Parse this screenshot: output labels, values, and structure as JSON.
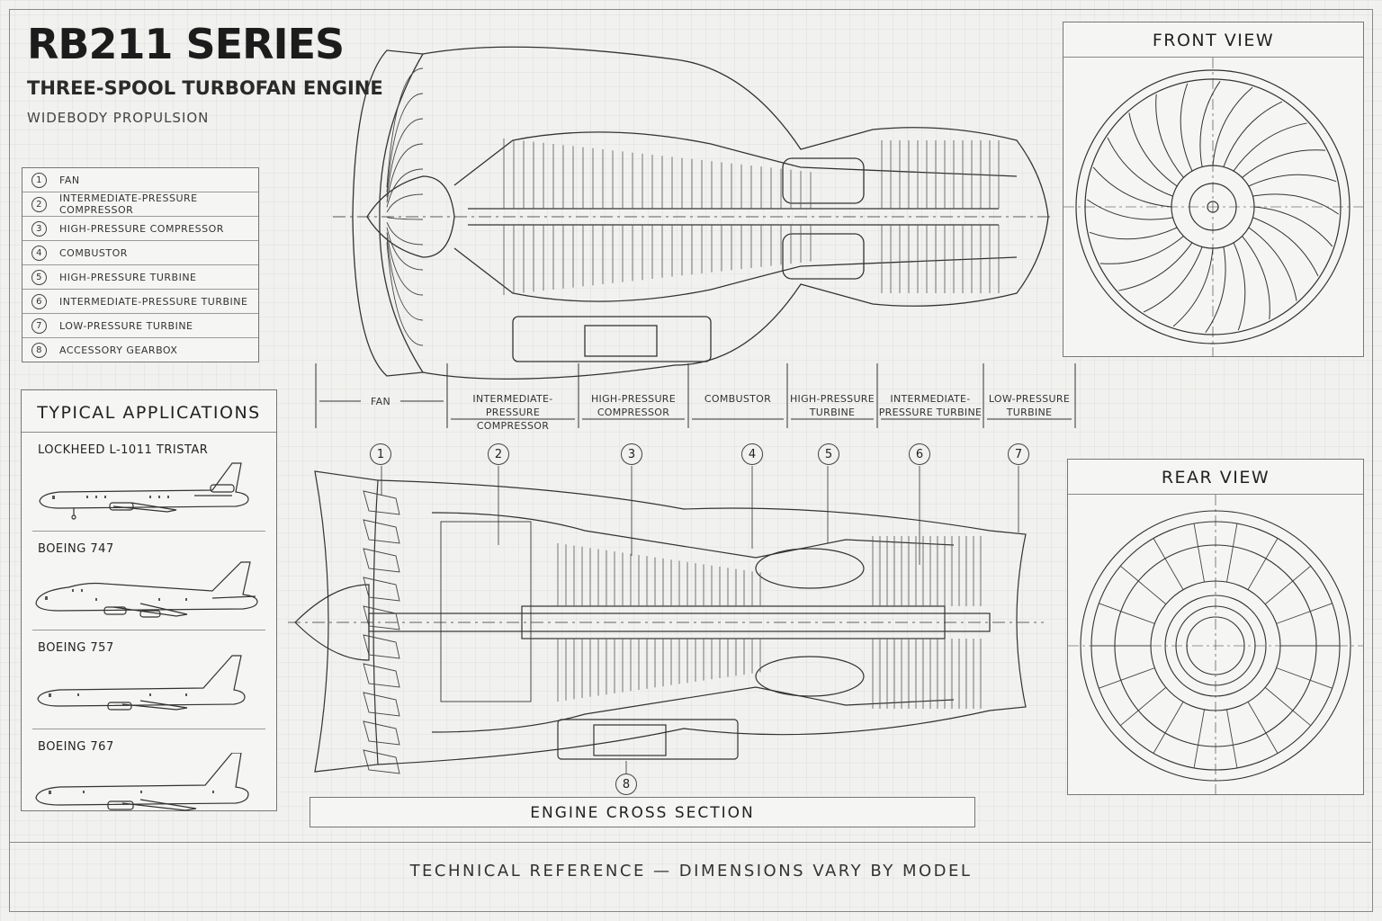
{
  "header": {
    "title": "RB211 SERIES",
    "subtitle": "THREE-SPOOL TURBOFAN ENGINE",
    "tagline": "WIDEBODY PROPULSION"
  },
  "legend": {
    "items": [
      {
        "num": "1",
        "label": "FAN"
      },
      {
        "num": "2",
        "label": "INTERMEDIATE-PRESSURE COMPRESSOR"
      },
      {
        "num": "3",
        "label": "HIGH-PRESSURE COMPRESSOR"
      },
      {
        "num": "4",
        "label": "COMBUSTOR"
      },
      {
        "num": "5",
        "label": "HIGH-PRESSURE TURBINE"
      },
      {
        "num": "6",
        "label": "INTERMEDIATE-PRESSURE TURBINE"
      },
      {
        "num": "7",
        "label": "LOW-PRESSURE TURBINE"
      },
      {
        "num": "8",
        "label": "ACCESSORY GEARBOX"
      }
    ]
  },
  "applications": {
    "title": "TYPICAL APPLICATIONS",
    "aircraft": [
      {
        "name": "LOCKHEED L-1011 TRISTAR"
      },
      {
        "name": "BOEING 747"
      },
      {
        "name": "BOEING 757"
      },
      {
        "name": "BOEING 767"
      }
    ]
  },
  "sections": {
    "fan": "FAN",
    "ipc": [
      "INTERMEDIATE-PRESSURE",
      "COMPRESSOR"
    ],
    "hpc": [
      "HIGH-PRESSURE",
      "COMPRESSOR"
    ],
    "combustor": "COMBUSTOR",
    "hpt": [
      "HIGH-PRESSURE",
      "TURBINE"
    ],
    "ipt": [
      "INTERMEDIATE-",
      "PRESSURE TURBINE"
    ],
    "lpt": [
      "LOW-PRESSURE",
      "TURBINE"
    ]
  },
  "callouts": [
    "1",
    "2",
    "3",
    "4",
    "5",
    "6",
    "7",
    "8"
  ],
  "views": {
    "front": "FRONT VIEW",
    "rear": "REAR VIEW"
  },
  "cross_section_label": "ENGINE CROSS SECTION",
  "footer": "TECHNICAL  REFERENCE — DIMENSIONS VARY BY MODEL"
}
